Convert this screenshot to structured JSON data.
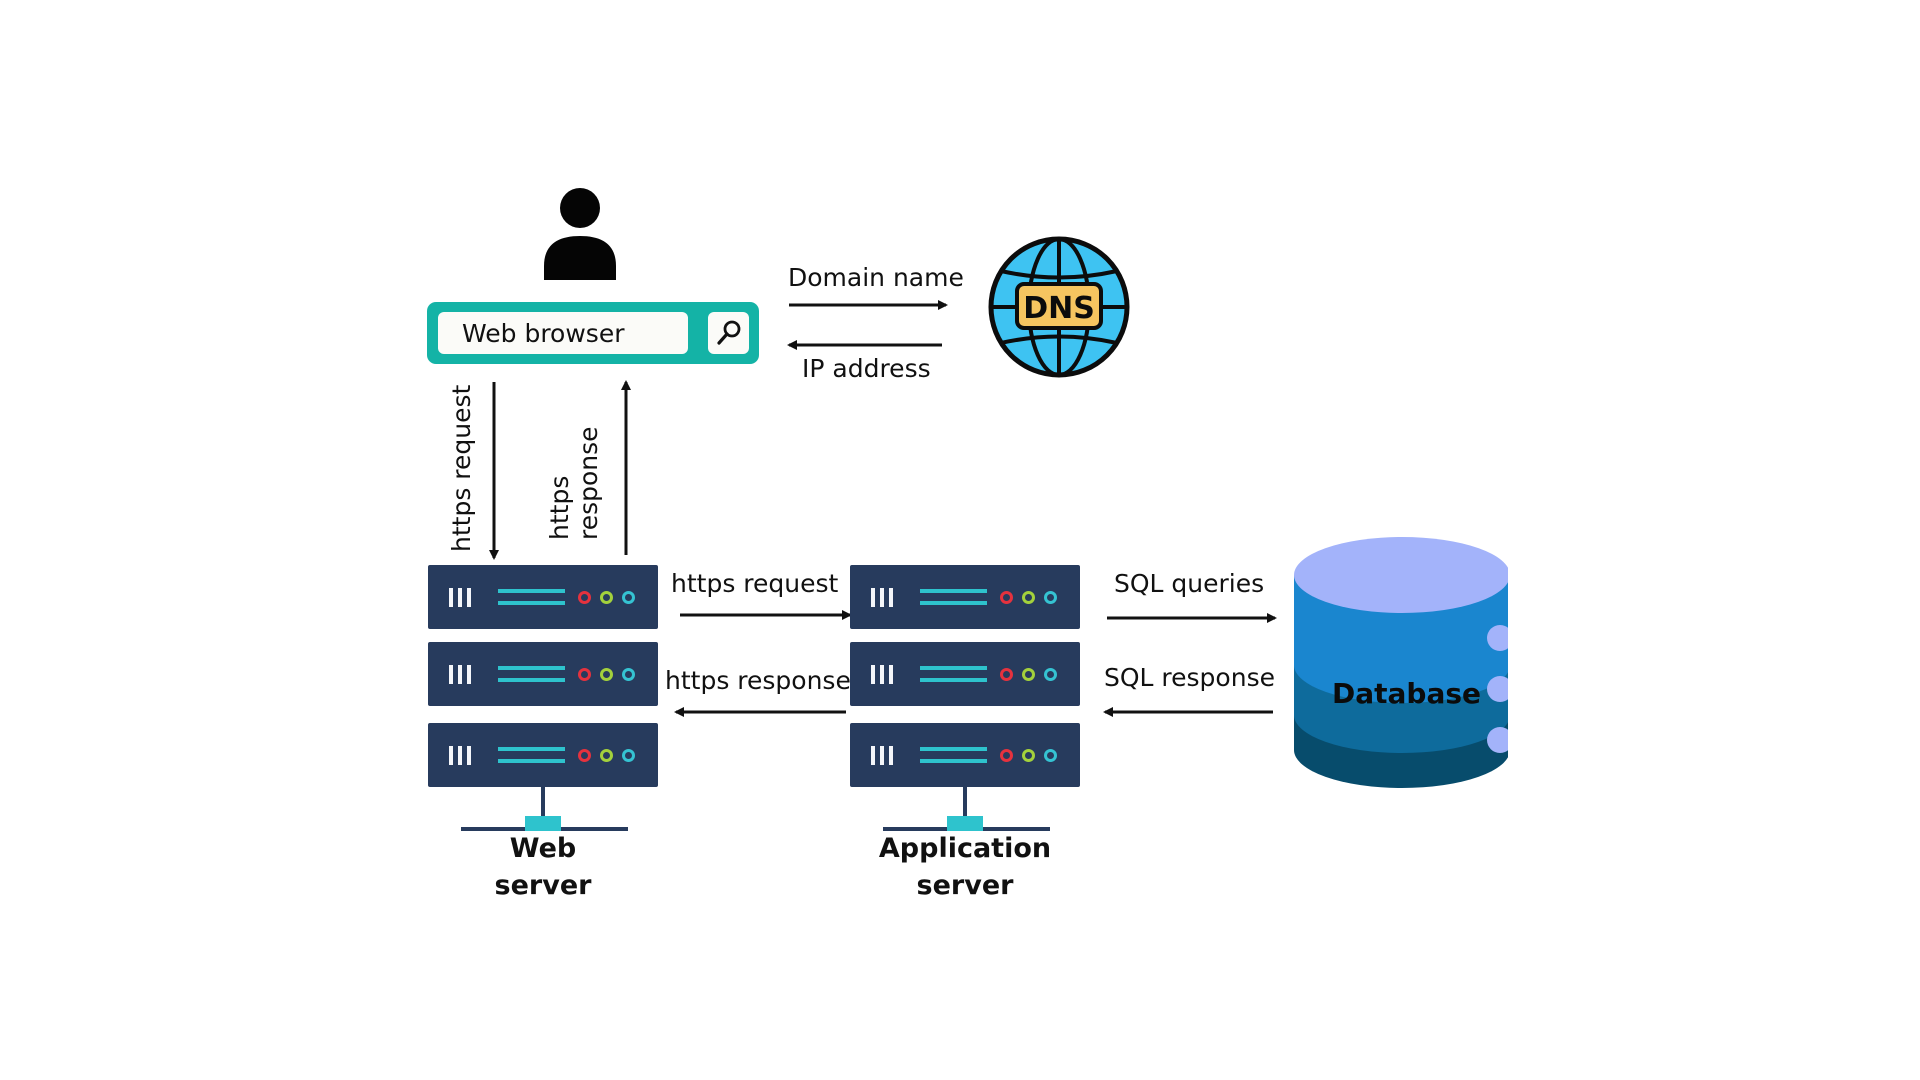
{
  "user": {
    "icon": "user-icon"
  },
  "browser": {
    "label": "Web browser",
    "search_icon": "search-icon",
    "color": "#14b3a6"
  },
  "dns": {
    "label": "DNS",
    "globe_color": "#3ec3f2",
    "badge_color": "#f6c560"
  },
  "flows": {
    "domain_name": "Domain name",
    "ip_address": "IP address",
    "browser_https_request": "https request",
    "browser_https_response": "https response",
    "web_to_app_request": "https request",
    "app_to_web_response": "https response",
    "sql_queries": "SQL queries",
    "sql_response": "SQL response"
  },
  "nodes": {
    "web_server_line1": "Web",
    "web_server_line2": "server",
    "app_server_line1": "Application",
    "app_server_line2": "server",
    "database": "Database"
  },
  "colors": {
    "server_body": "#273b5d",
    "server_slots": "#2ec3cd",
    "database_top": "#a3b3fa",
    "database_bands": [
      "#1a86cf",
      "#0e6b9c",
      "#074c6c"
    ]
  }
}
